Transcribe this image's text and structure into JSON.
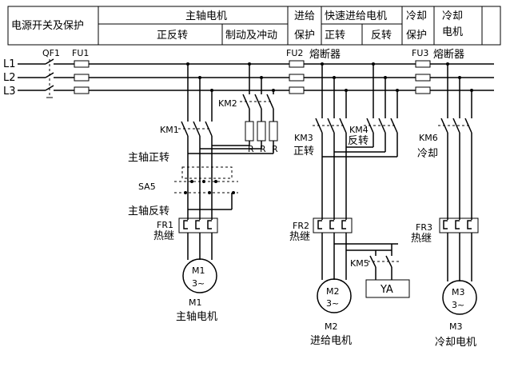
{
  "header": {
    "power_switch": "电源开关及保护",
    "spindle_motor": "主轴电机",
    "forward_reverse": "正反转",
    "brake_inch": "制动及冲动",
    "feed": "进给",
    "feed_protect": "保护",
    "rapid_feed_motor": "快速进给电机",
    "rapid_forward": "正转",
    "rapid_reverse": "反转",
    "cooling": "冷却",
    "cooling_protect": "保护",
    "cooling_motor": "冷却\n电机"
  },
  "lines": {
    "l1": "L1",
    "l2": "L2",
    "l3": "L3"
  },
  "components": {
    "qf1": "QF1",
    "fu1": "FU1",
    "fu2": "FU2",
    "fu2_name": "熔断器",
    "fu3": "FU3",
    "fu3_name": "熔断器",
    "km2": "KM2",
    "r": "R",
    "km1": "KM1",
    "spindle_forward": "主轴正转",
    "sa5": "SA5",
    "spindle_reverse": "主轴反转",
    "fr1": "FR1",
    "fr1_name": "热继",
    "m1": "M1",
    "m1_phase": "3~",
    "m1_label": "M1",
    "m1_name": "主轴电机",
    "km3": "KM3",
    "km3_name": "正转",
    "km4": "KM4",
    "km4_name": "反转",
    "fr2": "FR2",
    "fr2_name": "热继",
    "km5": "KM5",
    "ya": "YA",
    "m2": "M2",
    "m2_phase": "3~",
    "m2_label": "M2",
    "m2_name": "进给电机",
    "km6": "KM6",
    "km6_name": "冷却",
    "fr3": "FR3",
    "fr3_name": "热继",
    "m3": "M3",
    "m3_phase": "3~",
    "m3_label": "M3",
    "m3_name": "冷却电机"
  }
}
